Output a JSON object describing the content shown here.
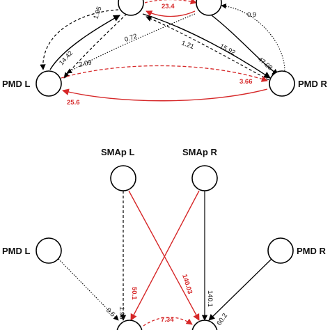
{
  "colors": {
    "black": "#000000",
    "red": "#d62728"
  },
  "top_network": {
    "node_labels": {
      "pmd_l": "PMD L",
      "pmd_r": "PMD R"
    },
    "edge_labels": {
      "e_1_95": "1.95",
      "e_23_4": "23.4",
      "e_0_9": "0.9",
      "e_0_72": "0.72",
      "e_14_42": "14.42",
      "e_2_09": "2.09",
      "e_1_21": "1.21",
      "e_15_92": "15.92",
      "e_47_08": "47.08",
      "e_3_66": "3.66",
      "e_25_6": "25.6"
    }
  },
  "bottom_network": {
    "node_labels": {
      "smap_l": "SMAp L",
      "smap_r": "SMAp R",
      "pmd_l": "PMD L",
      "pmd_r": "PMD R"
    },
    "edge_labels": {
      "e_1_98": "1.98",
      "e_50_1": "50.1",
      "e_140_03": "140.03",
      "e_140_1": "140.1",
      "e_0_5": "0.5",
      "e_60_2": "60.2",
      "e_7_34": "7.34"
    }
  }
}
